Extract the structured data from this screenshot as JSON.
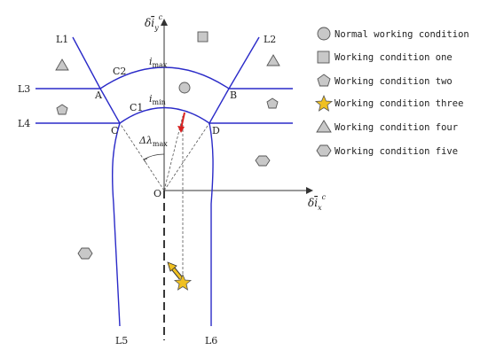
{
  "axes": {
    "y_label_prefix": "δ",
    "y_label_var": "i",
    "y_label_sub": "y",
    "y_label_sup": "c",
    "x_label_prefix": "δ",
    "x_label_var": "i",
    "x_label_sub": "x",
    "x_label_sup": "c",
    "origin": "O"
  },
  "lines": {
    "l1": "L1",
    "l2": "L2",
    "l3": "L3",
    "l4": "L4",
    "l5": "L5",
    "l6": "L6"
  },
  "points": {
    "a": "A",
    "b": "B",
    "c": "C",
    "d": "D"
  },
  "arcs": {
    "c1": "C1",
    "c2": "C2"
  },
  "annotations": {
    "i_max": "i",
    "i_max_sub": "max",
    "i_min": "i",
    "i_min_sub": "min",
    "delta_lambda": "Δλ",
    "delta_lambda_sub": "max"
  },
  "legend": [
    {
      "marker": "circle",
      "label": "Normal working condition"
    },
    {
      "marker": "square",
      "label": "Working condition one"
    },
    {
      "marker": "pentagon",
      "label": "Working condition two"
    },
    {
      "marker": "star",
      "label": "Working condition three"
    },
    {
      "marker": "triangle",
      "label": "Working condition four"
    },
    {
      "marker": "hexagon",
      "label": "Working condition five"
    }
  ],
  "colors": {
    "boundary": "#2a2ac8",
    "marker_fill": "#c8c8c8",
    "star_fill": "#f0c020",
    "arrow_red": "#d82020",
    "arrow_yellow": "#f0c020"
  }
}
